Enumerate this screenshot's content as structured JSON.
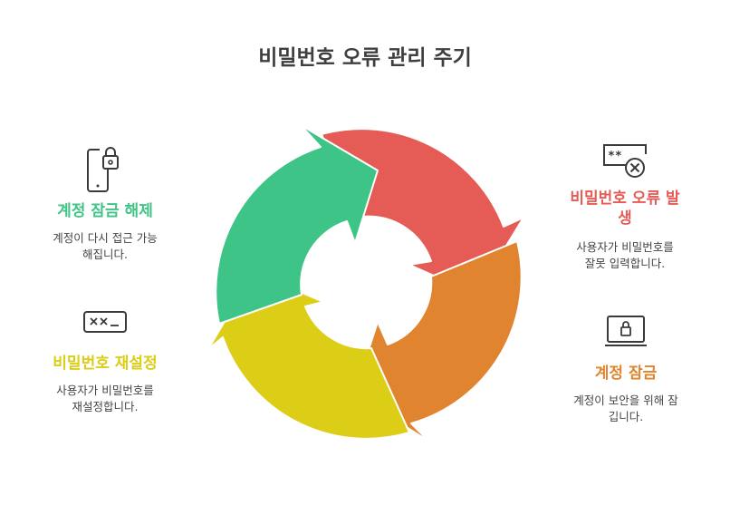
{
  "title": "비밀번호 오류 관리 주기",
  "stages": {
    "error": {
      "label_line1": "비밀번호 오류 발",
      "label_line2": "생",
      "desc_line1": "사용자가 비밀번호를",
      "desc_line2": "잘못 입력합니다.",
      "color": "#e55b55",
      "icon": "password-error-icon"
    },
    "lock": {
      "label": "계정 잠금",
      "desc_line1": "계정이 보안을 위해 잠",
      "desc_line2": "깁니다.",
      "color": "#e08430",
      "icon": "locked-laptop-icon"
    },
    "reset": {
      "label": "비밀번호 재설정",
      "desc_line1": "사용자가 비밀번호를",
      "desc_line2": "재설정합니다.",
      "color": "#dccd16",
      "icon": "password-field-icon"
    },
    "unlock": {
      "label": "계정 잠금 해제",
      "desc_line1": "계정이 다시 접근 가능",
      "desc_line2": "해집니다.",
      "color": "#3ec486",
      "icon": "unlocked-phone-icon"
    }
  }
}
